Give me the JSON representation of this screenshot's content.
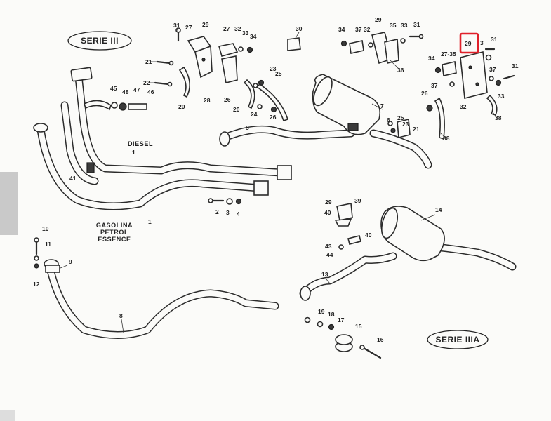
{
  "series": {
    "left": "SERIE III",
    "right": "SERIE IIIA"
  },
  "fuel": {
    "diesel": "DIESEL",
    "gasolina": "GASOLINA",
    "petrol": "PETROL",
    "essence": "ESSENCE"
  },
  "highlighted_part": "29",
  "callouts": [
    {
      "id": "31a",
      "text": "31"
    },
    {
      "id": "27a",
      "text": "27"
    },
    {
      "id": "29a",
      "text": "29"
    },
    {
      "id": "27b",
      "text": "27"
    },
    {
      "id": "32a",
      "text": "32"
    },
    {
      "id": "33a",
      "text": "33"
    },
    {
      "id": "34a",
      "text": "34"
    },
    {
      "id": "30a",
      "text": "30"
    },
    {
      "id": "34b",
      "text": "34"
    },
    {
      "id": "37a",
      "text": "37"
    },
    {
      "id": "32b",
      "text": "32"
    },
    {
      "id": "29b",
      "text": "29"
    },
    {
      "id": "35a",
      "text": "35"
    },
    {
      "id": "33b",
      "text": "33"
    },
    {
      "id": "31b",
      "text": "31"
    },
    {
      "id": "36a",
      "text": "36"
    },
    {
      "id": "21a",
      "text": "21"
    },
    {
      "id": "22a",
      "text": "22"
    },
    {
      "id": "20a",
      "text": "20"
    },
    {
      "id": "28a",
      "text": "28"
    },
    {
      "id": "26a",
      "text": "26"
    },
    {
      "id": "23a",
      "text": "23"
    },
    {
      "id": "25a",
      "text": "25"
    },
    {
      "id": "20b",
      "text": "20"
    },
    {
      "id": "24a",
      "text": "24"
    },
    {
      "id": "26b",
      "text": "26"
    },
    {
      "id": "45a",
      "text": "45"
    },
    {
      "id": "48a",
      "text": "48"
    },
    {
      "id": "47a",
      "text": "47"
    },
    {
      "id": "46a",
      "text": "46"
    },
    {
      "id": "5a",
      "text": "5"
    },
    {
      "id": "7a",
      "text": "7"
    },
    {
      "id": "6a",
      "text": "6"
    },
    {
      "id": "25b",
      "text": "25"
    },
    {
      "id": "23b",
      "text": "23"
    },
    {
      "id": "21b",
      "text": "21"
    },
    {
      "id": "34c",
      "text": "34"
    },
    {
      "id": "2735",
      "text": "27-35"
    },
    {
      "id": "31c",
      "text": "31"
    },
    {
      "id": "3c",
      "text": "3"
    },
    {
      "id": "37b",
      "text": "37"
    },
    {
      "id": "31d",
      "text": "31"
    },
    {
      "id": "37c",
      "text": "37"
    },
    {
      "id": "26c",
      "text": "26"
    },
    {
      "id": "32c",
      "text": "32"
    },
    {
      "id": "33c",
      "text": "33"
    },
    {
      "id": "38a",
      "text": "38"
    },
    {
      "id": "38b",
      "text": "38"
    },
    {
      "id": "1a",
      "text": "1"
    },
    {
      "id": "41a",
      "text": "41"
    },
    {
      "id": "1b",
      "text": "1"
    },
    {
      "id": "2a",
      "text": "2"
    },
    {
      "id": "3a",
      "text": "3"
    },
    {
      "id": "4a",
      "text": "4"
    },
    {
      "id": "10a",
      "text": "10"
    },
    {
      "id": "11a",
      "text": "11"
    },
    {
      "id": "9a",
      "text": "9"
    },
    {
      "id": "12a",
      "text": "12"
    },
    {
      "id": "8a",
      "text": "8"
    },
    {
      "id": "29c",
      "text": "29"
    },
    {
      "id": "39a",
      "text": "39"
    },
    {
      "id": "40a",
      "text": "40"
    },
    {
      "id": "40b",
      "text": "40"
    },
    {
      "id": "43a",
      "text": "43"
    },
    {
      "id": "44a",
      "text": "44"
    },
    {
      "id": "14a",
      "text": "14"
    },
    {
      "id": "13a",
      "text": "13"
    },
    {
      "id": "19a",
      "text": "19"
    },
    {
      "id": "18a",
      "text": "18"
    },
    {
      "id": "17a",
      "text": "17"
    },
    {
      "id": "15a",
      "text": "15"
    },
    {
      "id": "16a",
      "text": "16"
    }
  ]
}
